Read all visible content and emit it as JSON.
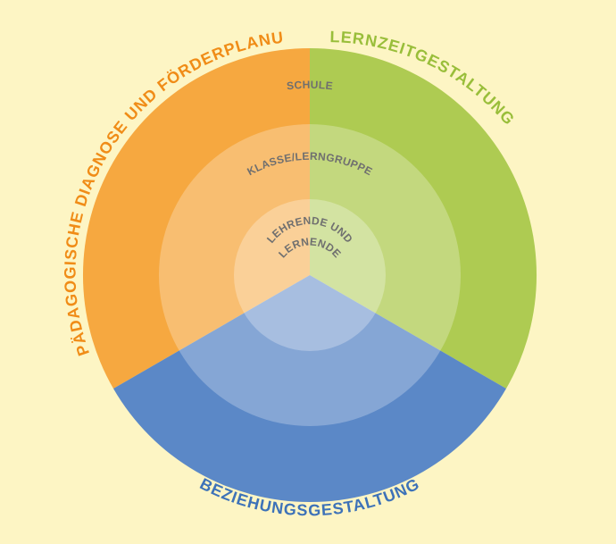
{
  "diagram": {
    "background": "#fdf5c4",
    "sectors": [
      {
        "id": "orange",
        "label": "PÄDAGOGISCHE DIAGNOSE UND FÖRDERPLANUNG",
        "color": "#f6a840"
      },
      {
        "id": "green",
        "label": "LERNZEITGESTALTUNG",
        "color": "#aecb52"
      },
      {
        "id": "blue",
        "label": "BEZIEHUNGSGESTALTUNG",
        "color": "#5b88c7"
      }
    ],
    "label_colors": {
      "orange": "#f08c17",
      "green": "#99be3a",
      "blue": "#3d72b8"
    },
    "rings": {
      "outer": "SCHULE",
      "middle": "KLASSE/LERNGRUPPE",
      "inner_line1": "LEHRENDE UND",
      "inner_line2": "LERNENDE"
    }
  }
}
